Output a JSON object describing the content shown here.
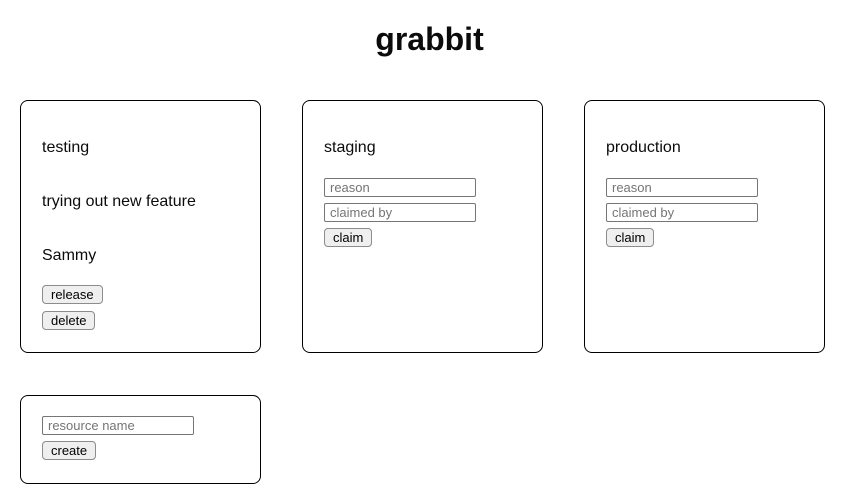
{
  "app": {
    "title": "grabbit"
  },
  "resources": [
    {
      "name": "testing",
      "reason": "trying out new feature",
      "claimed_by": "Sammy",
      "release_label": "release",
      "delete_label": "delete"
    },
    {
      "name": "staging",
      "reason_placeholder": "reason",
      "claimed_by_placeholder": "claimed by",
      "claim_label": "claim"
    },
    {
      "name": "production",
      "reason_placeholder": "reason",
      "claimed_by_placeholder": "claimed by",
      "claim_label": "claim"
    }
  ],
  "create_form": {
    "name_placeholder": "resource name",
    "create_label": "create"
  }
}
